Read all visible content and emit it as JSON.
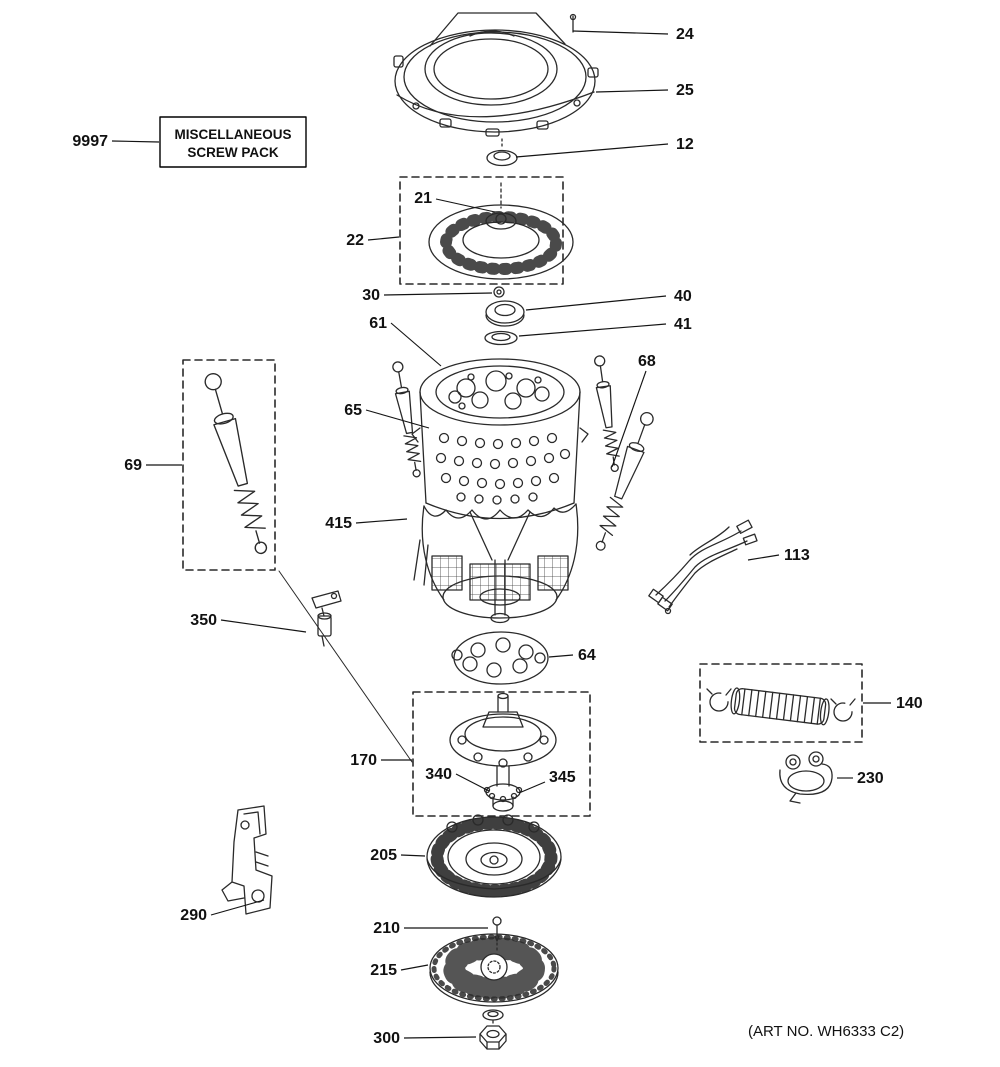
{
  "page": {
    "art_no": "(ART NO. WH6333 C2)"
  },
  "misc_screw_pack": {
    "callout": "9997",
    "line1": "MISCELLANEOUS",
    "line2": "SCREW PACK"
  },
  "callouts": {
    "c12": "12",
    "c21": "21",
    "c22": "22",
    "c24": "24",
    "c25": "25",
    "c30": "30",
    "c40": "40",
    "c41": "41",
    "c61": "61",
    "c64": "64",
    "c65": "65",
    "c68": "68",
    "c69": "69",
    "c113": "113",
    "c140": "140",
    "c170": "170",
    "c205": "205",
    "c210": "210",
    "c215": "215",
    "c230": "230",
    "c290": "290",
    "c300": "300",
    "c340": "340",
    "c345": "345",
    "c350": "350",
    "c415": "415"
  }
}
